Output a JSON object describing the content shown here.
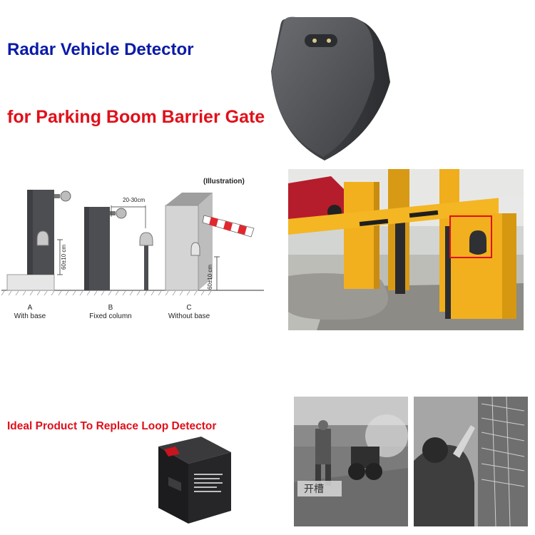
{
  "heading": {
    "line1": "Radar Vehicle Detector",
    "line2": "for Parking Boom Barrier Gate"
  },
  "diagram": {
    "illustration_label": "(Illustration)",
    "gap_label": "20-30cm",
    "height_label_a": "60±10 cm",
    "height_label_c": "60±10 cm",
    "captions": [
      {
        "letter": "A",
        "text": "With base"
      },
      {
        "letter": "B",
        "text": "Fixed column"
      },
      {
        "letter": "C",
        "text": "Without base"
      }
    ]
  },
  "ideal_text": "Ideal Product To Replace Loop Detector",
  "photo_sign": "开槽",
  "colors": {
    "title_blue": "#0a1aa8",
    "title_red": "#e0101a",
    "gate_yellow": "#f2b01e",
    "device_gray": "#5a5c60"
  }
}
